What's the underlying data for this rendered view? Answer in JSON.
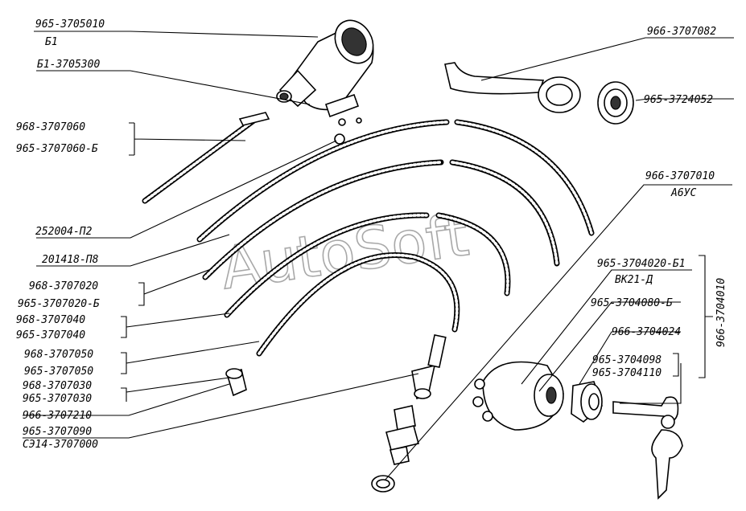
{
  "watermark": "AutoSoft",
  "labels": {
    "coil_assy": "965-3705010",
    "coil_assy_sub": "Б1",
    "coil": "Б1-3705300",
    "bracket": "966-3707082",
    "grommet": "965-3724052",
    "wire_060": "968-3707060",
    "wire_060b": "965-3707060-Б",
    "tip_252": "252004-П2",
    "tip_201": "201418-П8",
    "wire_020": "968-3707020",
    "wire_020b": "965-3707020-Б",
    "wire_040": "968-3707040",
    "wire_040b": "965-3707040",
    "wire_050": "968-3707050",
    "wire_050b": "965-3707050",
    "wire_030": "968-3707030",
    "wire_030b": "965-3707030",
    "cap": "966-3707210",
    "plug": "965-3707090",
    "plug_sub": "СЭ14-3707000",
    "wire_set": "966-3707010",
    "wire_set_sub": "А6УС",
    "switch": "965-3704020-Б1",
    "switch_sub": "ВК21-Д",
    "lock": "965-3704080-Б",
    "nut": "966-3704024",
    "key_a": "965-3704098",
    "key_b": "965-3704110",
    "group_vertical": "966-3704010"
  }
}
